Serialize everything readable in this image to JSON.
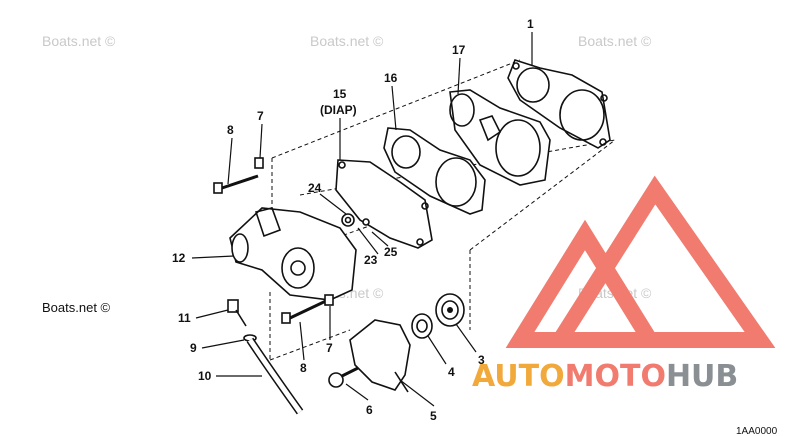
{
  "watermark_text": "Boats.net ©",
  "brand": {
    "part1": "AUTO",
    "part2": "MOTO",
    "part3": "HUB",
    "color_red": "#f07b6e",
    "color_orange": "#f2a93b",
    "color_gray": "#8a8f94"
  },
  "diaphragm_label": "(DIAP)",
  "corner_code": "1AA0000",
  "callouts": {
    "c1": "1",
    "c3": "3",
    "c4": "4",
    "c5": "5",
    "c6": "6",
    "c7a": "7",
    "c7b": "7",
    "c8a": "8",
    "c8b": "8",
    "c9": "9",
    "c10": "10",
    "c11": "11",
    "c12": "12",
    "c15": "15",
    "c16": "16",
    "c17": "17",
    "c23": "23",
    "c24": "24",
    "c25": "25"
  }
}
